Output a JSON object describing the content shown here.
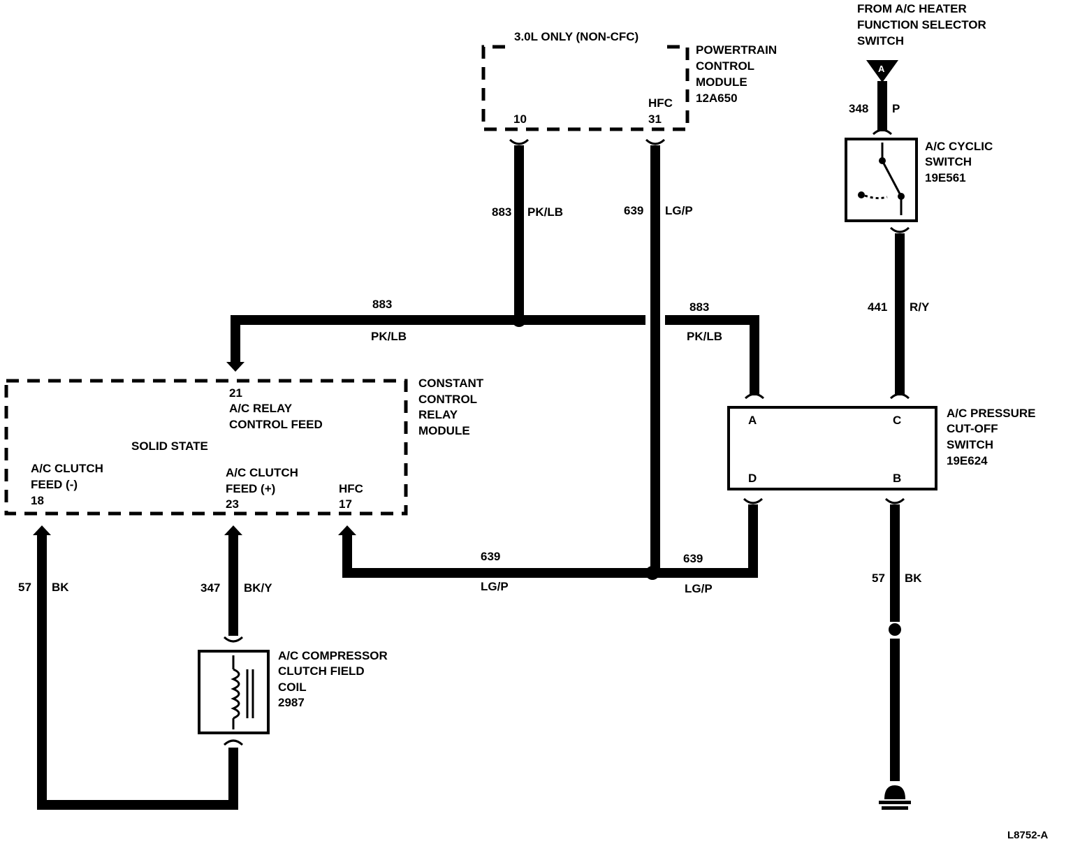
{
  "pcm": {
    "note": "3.0L ONLY (NON-CFC)",
    "name": [
      "POWERTRAIN",
      "CONTROL",
      "MODULE",
      "12A650"
    ],
    "pin10": "10",
    "hfc_label": "HFC",
    "pin31": "31"
  },
  "source": {
    "name": [
      "FROM A/C HEATER",
      "FUNCTION SELECTOR",
      "SWITCH"
    ],
    "connector": "A"
  },
  "cyclic_switch": {
    "name": [
      "A/C CYCLIC",
      "SWITCH",
      "19E561"
    ]
  },
  "ccrm": {
    "name": [
      "CONSTANT",
      "CONTROL",
      "RELAY",
      "MODULE"
    ],
    "solid_state": "SOLID STATE",
    "pin21": [
      "21",
      "A/C RELAY",
      "CONTROL FEED"
    ],
    "pin18": [
      "A/C CLUTCH",
      "FEED (-)",
      "18"
    ],
    "pin23": [
      "A/C CLUTCH",
      "FEED (+)",
      "23"
    ],
    "pin17": [
      "HFC",
      "17"
    ]
  },
  "pressure_switch": {
    "name": [
      "A/C PRESSURE",
      "CUT-OFF",
      "SWITCH",
      "19E624"
    ],
    "pins": {
      "a": "A",
      "b": "B",
      "c": "C",
      "d": "D"
    }
  },
  "clutch_coil": {
    "name": [
      "A/C COMPRESSOR",
      "CLUTCH FIELD",
      "COIL",
      "2987"
    ]
  },
  "wires": {
    "w883_vert": {
      "num": "883",
      "color": "PK/LB"
    },
    "w639_vert": {
      "num": "639",
      "color": "LG/P"
    },
    "w883_left": {
      "num": "883",
      "color": "PK/LB"
    },
    "w883_right": {
      "num": "883",
      "color": "PK/LB"
    },
    "w348": {
      "num": "348",
      "color": "P"
    },
    "w441": {
      "num": "441",
      "color": "R/Y"
    },
    "w639_left": {
      "num": "639",
      "color": "LG/P"
    },
    "w639_right": {
      "num": "639",
      "color": "LG/P"
    },
    "w57_left": {
      "num": "57",
      "color": "BK"
    },
    "w347": {
      "num": "347",
      "color": "BK/Y"
    },
    "w57_right": {
      "num": "57",
      "color": "BK"
    }
  },
  "figure_id": "L8752-A"
}
